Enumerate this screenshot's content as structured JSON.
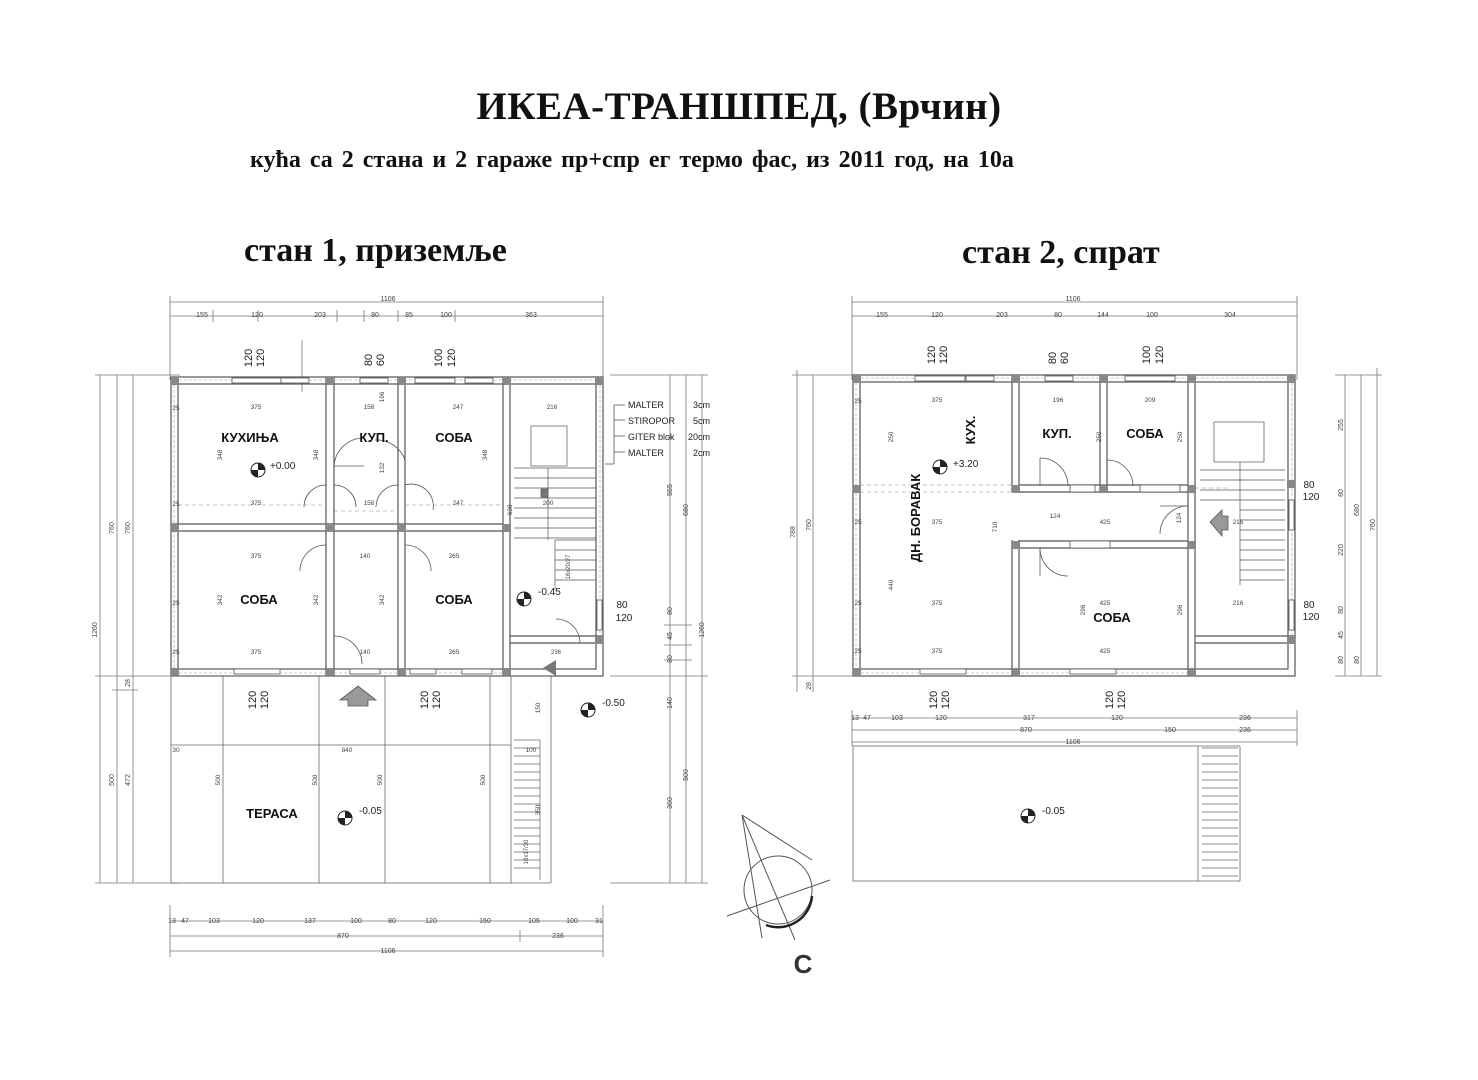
{
  "header": {
    "title": "ИКЕА-ТРАНШПЕД,  (Врчин)",
    "subtitle": "кућа са 2 стана и 2 гараже пр+спр ег термо фас, из 2011 год, на 10а"
  },
  "plan1": {
    "title": "стан 1, приземље",
    "total_width": "1106",
    "top_dims": [
      "155",
      "120",
      "203",
      "80",
      "85",
      "100",
      "363"
    ],
    "bottom_dims": [
      "13",
      "47",
      "103",
      "120",
      "137",
      "100",
      "80",
      "120",
      "150",
      "105",
      "100",
      "31"
    ],
    "bottom_mid": [
      "870",
      "236"
    ],
    "bottom_total": "1106",
    "left_dims": [
      "760",
      "760",
      "1260",
      "500",
      "472",
      "28"
    ],
    "right_dims": [
      "555",
      "680",
      "1260",
      "500",
      "360",
      "45",
      "80",
      "80",
      "140"
    ],
    "openings_top": [
      "120",
      "120",
      "80",
      "60",
      "100",
      "120"
    ],
    "openings_bottom": [
      "120",
      "120",
      "120",
      "120"
    ],
    "openings_right": [
      "80",
      "120"
    ],
    "rooms": [
      {
        "name": "КУХИЊА",
        "key": "kitchen"
      },
      {
        "name": "КУП.",
        "key": "bath"
      },
      {
        "name": "СОБА",
        "key": "room-ne"
      },
      {
        "name": "СОБА",
        "key": "room-sw"
      },
      {
        "name": "СОБА",
        "key": "room-se"
      },
      {
        "name": "ТЕРАСА",
        "key": "terrace"
      }
    ],
    "room_dims": [
      "375",
      "158",
      "247",
      "216",
      "375",
      "158",
      "247",
      "375",
      "140",
      "265",
      "375",
      "140",
      "265",
      "348",
      "348",
      "348",
      "342",
      "342",
      "342",
      "132",
      "196",
      "630",
      "200",
      "840",
      "500",
      "500",
      "500",
      "500",
      "350",
      "150",
      "100",
      "25",
      "25",
      "25",
      "25",
      "30"
    ],
    "stair_labels": [
      "16x20/27",
      "16x17/30"
    ],
    "levels": [
      "+0.00",
      "-0.45",
      "-0.50",
      "-0.05"
    ],
    "stair_dim": "236",
    "wall_layers": [
      {
        "material": "MALTER",
        "thickness": "3cm"
      },
      {
        "material": "STIROPOR",
        "thickness": "5cm"
      },
      {
        "material": "GITER blok",
        "thickness": "20cm"
      },
      {
        "material": "MALTER",
        "thickness": "2cm"
      }
    ]
  },
  "plan2": {
    "title": "стан 2, спрат",
    "total_width": "1106",
    "top_dims": [
      "155",
      "120",
      "203",
      "80",
      "144",
      "100",
      "304"
    ],
    "bottom_dims": [
      "13",
      "47",
      "103",
      "120",
      "317",
      "120",
      "236"
    ],
    "bottom_mid": [
      "870",
      "150",
      "236"
    ],
    "bottom_total": "1106",
    "left_dims": [
      "788",
      "760",
      "28"
    ],
    "right_dims": [
      "255",
      "680",
      "760",
      "80",
      "220",
      "80",
      "45",
      "80",
      "80"
    ],
    "openings_top": [
      "120",
      "120",
      "80",
      "60",
      "100",
      "120"
    ],
    "openings_bottom": [
      "120",
      "120",
      "120",
      "120"
    ],
    "openings_right": [
      "80",
      "120",
      "80",
      "120"
    ],
    "rooms": [
      {
        "name": "КУХ.",
        "key": "kitchen"
      },
      {
        "name": "ДН. БОРАВАК",
        "key": "living"
      },
      {
        "name": "КУП.",
        "key": "bath"
      },
      {
        "name": "СОБА",
        "key": "room-ne"
      },
      {
        "name": "СОБА",
        "key": "room-se"
      }
    ],
    "room_dims": [
      "375",
      "196",
      "209",
      "250",
      "250",
      "250",
      "375",
      "710",
      "124",
      "425",
      "124",
      "216",
      "440",
      "375",
      "296",
      "425",
      "296",
      "216",
      "375",
      "425",
      "25",
      "25",
      "25",
      "25"
    ],
    "levels": [
      "+3.20",
      "-0.05"
    ]
  },
  "north_label": "С",
  "colors": {
    "line": "#333333",
    "wall": "#555555",
    "dim": "#777777",
    "text": "#111111"
  }
}
